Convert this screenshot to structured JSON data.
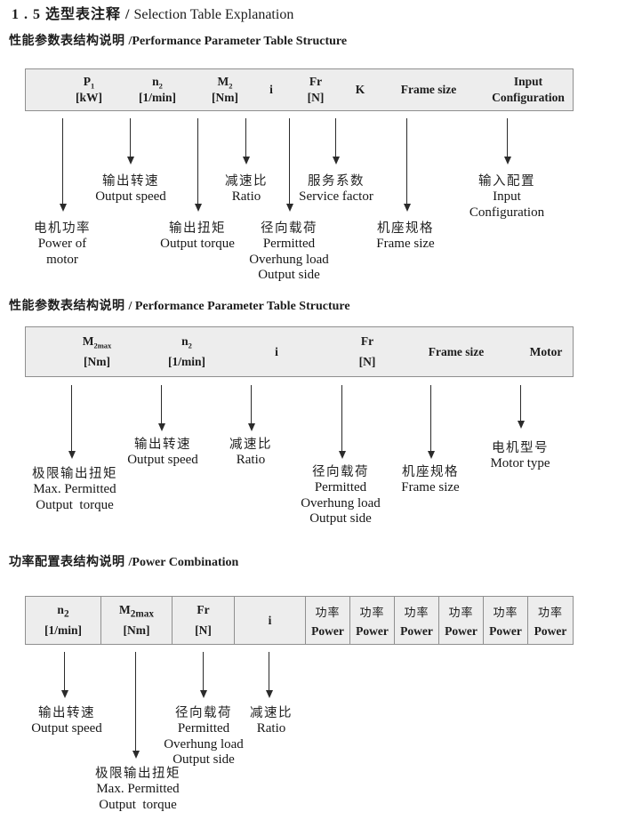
{
  "title": {
    "zh": "1 . 5 选型表注释 /",
    "en": " Selection Table Explanation"
  },
  "s1": {
    "heading": {
      "zh": "性能参数表结构说明 ",
      "en": "/Performance Parameter Table Structure"
    },
    "table": [
      {
        "sym": "P",
        "sub": "1",
        "unit": "[kW]"
      },
      {
        "sym": "n",
        "sub": "2",
        "unit": "[1/min]"
      },
      {
        "sym": "M",
        "sub": "2",
        "unit": "[Nm]"
      },
      {
        "sym": "i"
      },
      {
        "sym": "Fr",
        "unit": "[N]"
      },
      {
        "sym": "K"
      },
      {
        "sym": "Frame size"
      },
      {
        "sym": "Input",
        "unit": "Configuration"
      }
    ],
    "callouts": [
      {
        "lines": [
          "电机功率",
          "Power of",
          "motor"
        ]
      },
      {
        "lines": [
          "输出转速",
          "Output speed"
        ]
      },
      {
        "lines": [
          "输出扭矩",
          "Output torque"
        ]
      },
      {
        "lines": [
          "减速比",
          "Ratio"
        ]
      },
      {
        "lines": [
          "径向载荷",
          "Permitted",
          "Overhung load",
          "Output side"
        ]
      },
      {
        "lines": [
          "服务系数",
          "Service factor"
        ]
      },
      {
        "lines": [
          "机座规格",
          "Frame size"
        ]
      },
      {
        "lines": [
          "输入配置",
          "Input",
          "Configuration"
        ]
      }
    ]
  },
  "s2": {
    "heading": {
      "zh": "性能参数表结构说明 ",
      "en": "/ Performance Parameter Table Structure"
    },
    "table": [
      {
        "sym": "M",
        "sub": "2max",
        "unit": "[Nm]"
      },
      {
        "sym": "n",
        "sub": "2",
        "unit": "[1/min]"
      },
      {
        "sym": "i"
      },
      {
        "sym": "Fr",
        "unit": "[N]"
      },
      {
        "sym": "Frame size"
      },
      {
        "sym": "Motor"
      }
    ],
    "callouts": [
      {
        "lines": [
          "极限输出扭矩",
          "Max. Permitted",
          "Output  torque"
        ]
      },
      {
        "lines": [
          "输出转速",
          "Output speed"
        ]
      },
      {
        "lines": [
          "减速比",
          "Ratio"
        ]
      },
      {
        "lines": [
          "径向载荷",
          "Permitted",
          "Overhung load",
          "Output side"
        ]
      },
      {
        "lines": [
          "机座规格",
          "Frame size"
        ]
      },
      {
        "lines": [
          "电机型号",
          "Motor type"
        ]
      }
    ]
  },
  "s3": {
    "heading": {
      "zh": "功率配置表结构说明 ",
      "en": "/Power Combination"
    },
    "table": [
      {
        "sym": "n",
        "sub": "2",
        "unit": "[1/min]"
      },
      {
        "sym": "M",
        "sub": "2max",
        "unit": "[Nm]"
      },
      {
        "sym": "Fr",
        "unit": "[N]"
      },
      {
        "sym": "i"
      },
      {
        "zh": "功率",
        "en": "Power"
      }
    ],
    "power_col_count": "6",
    "callouts": [
      {
        "lines": [
          "输出转速",
          "Output speed"
        ]
      },
      {
        "lines": [
          "极限输出扭矩",
          "Max. Permitted",
          "Output  torque"
        ]
      },
      {
        "lines": [
          "径向载荷",
          "Permitted",
          "Overhung load",
          "Output side"
        ]
      },
      {
        "lines": [
          "减速比",
          "Ratio"
        ]
      }
    ]
  }
}
